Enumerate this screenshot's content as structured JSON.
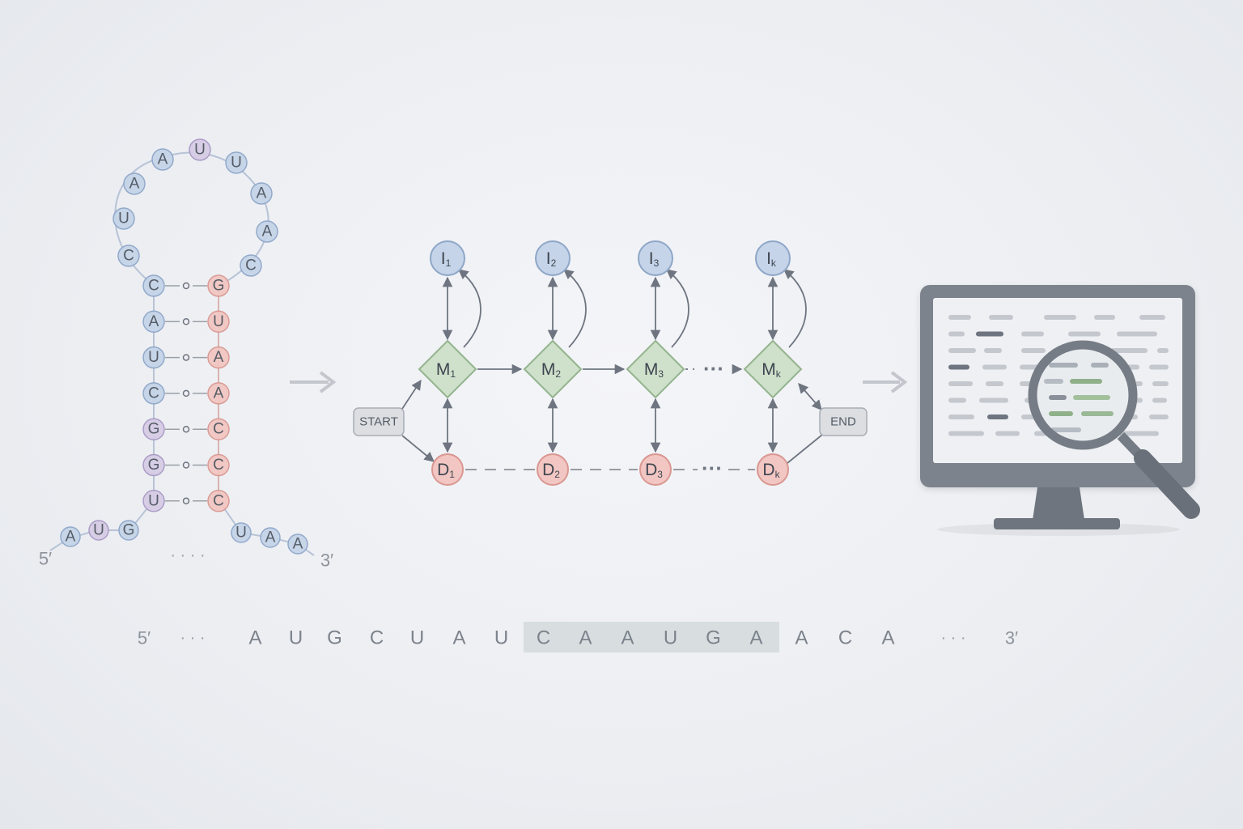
{
  "colors": {
    "blue_fill": "#c5d4e8",
    "blue_stroke": "#8ea6c8",
    "purple_fill": "#d6cde6",
    "purple_stroke": "#a898c4",
    "red_fill": "#f2c6c2",
    "red_stroke": "#d99791",
    "green_fill": "#cfe0cb",
    "green_stroke": "#94b48e",
    "gray": "#6e7580",
    "highlight": "#d3dbdc"
  },
  "rna": {
    "loop": [
      {
        "b": "C",
        "c": "blue"
      },
      {
        "b": "U",
        "c": "blue"
      },
      {
        "b": "A",
        "c": "blue"
      },
      {
        "b": "A",
        "c": "blue"
      },
      {
        "b": "U",
        "c": "purple"
      },
      {
        "b": "U",
        "c": "blue"
      },
      {
        "b": "A",
        "c": "blue"
      },
      {
        "b": "A",
        "c": "blue"
      },
      {
        "b": "C",
        "c": "blue"
      }
    ],
    "stem_left": [
      {
        "b": "C",
        "c": "blue"
      },
      {
        "b": "A",
        "c": "blue"
      },
      {
        "b": "U",
        "c": "blue"
      },
      {
        "b": "C",
        "c": "blue"
      },
      {
        "b": "G",
        "c": "purple"
      },
      {
        "b": "G",
        "c": "purple"
      },
      {
        "b": "U",
        "c": "purple"
      }
    ],
    "stem_right": [
      {
        "b": "G",
        "c": "red"
      },
      {
        "b": "U",
        "c": "red"
      },
      {
        "b": "A",
        "c": "red"
      },
      {
        "b": "A",
        "c": "red"
      },
      {
        "b": "C",
        "c": "red"
      },
      {
        "b": "C",
        "c": "red"
      },
      {
        "b": "C",
        "c": "red"
      }
    ],
    "tail_left": [
      {
        "b": "G",
        "c": "blue"
      },
      {
        "b": "U",
        "c": "purple"
      },
      {
        "b": "A",
        "c": "blue"
      }
    ],
    "tail_right": [
      {
        "b": "U",
        "c": "blue"
      },
      {
        "b": "A",
        "c": "blue"
      },
      {
        "b": "A",
        "c": "blue"
      }
    ],
    "five_prime": "5′",
    "three_prime": "3′",
    "gap_dots": "· · · ·"
  },
  "hmm": {
    "insert": [
      {
        "base": "I",
        "sub": "1"
      },
      {
        "base": "I",
        "sub": "2"
      },
      {
        "base": "I",
        "sub": "3"
      },
      {
        "base": "I",
        "sub": "k"
      }
    ],
    "match": [
      {
        "base": "M",
        "sub": "1"
      },
      {
        "base": "M",
        "sub": "2"
      },
      {
        "base": "M",
        "sub": "3"
      },
      {
        "base": "M",
        "sub": "k"
      }
    ],
    "delete": [
      {
        "base": "D",
        "sub": "1"
      },
      {
        "base": "D",
        "sub": "2"
      },
      {
        "base": "D",
        "sub": "3"
      },
      {
        "base": "D",
        "sub": "k"
      }
    ],
    "start_label": "START",
    "end_label": "END",
    "ellipsis": "···"
  },
  "sequence": {
    "five_prime": "5′",
    "three_prime": "3′",
    "lead_dots": "· · ·",
    "trail_dots": "· · ·",
    "before": [
      "A",
      "U",
      "G",
      "C",
      "U",
      "A",
      "U"
    ],
    "highlight": [
      "C",
      "A",
      "A",
      "U",
      "G",
      "A"
    ],
    "after": [
      "A",
      "C",
      "A"
    ]
  }
}
